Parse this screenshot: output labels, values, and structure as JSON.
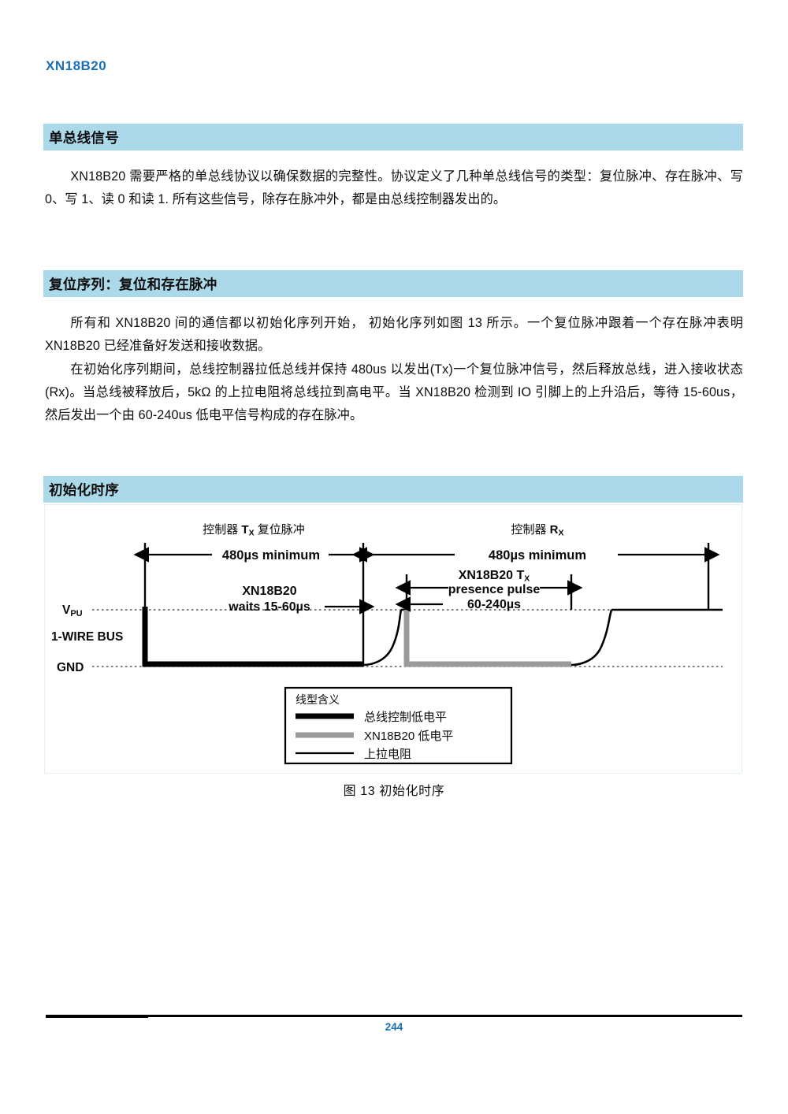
{
  "document": {
    "part_number": "XN18B20",
    "page_number": "244"
  },
  "sections": [
    {
      "heading": "单总线信号",
      "paragraphs": [
        "XN18B20 需要严格的单总线协议以确保数据的完整性。协议定义了几种单总线信号的类型：复位脉冲、存在脉冲、写 0、写 1、读 0 和读 1. 所有这些信号，除存在脉冲外，都是由总线控制器发出的。"
      ]
    },
    {
      "heading": "复位序列：复位和存在脉冲",
      "paragraphs": [
        "所有和 XN18B20 间的通信都以初始化序列开始， 初始化序列如图 13 所示。一个复位脉冲跟着一个存在脉冲表明 XN18B20 已经准备好发送和接收数据。",
        "在初始化序列期间，总线控制器拉低总线并保持 480us 以发出(Tx)一个复位脉冲信号，然后释放总线，进入接收状态(Rx)。当总线被释放后，5kΩ 的上拉电阻将总线拉到高电平。当 XN18B20 检测到 IO 引脚上的上升沿后，等待 15-60us，然后发出一个由 60-240us 低电平信号构成的存在脉冲。"
      ]
    },
    {
      "heading": "初始化时序",
      "paragraphs": []
    }
  ],
  "figure": {
    "caption": "图 13  初始化时序",
    "axis_labels": {
      "high": "V",
      "high_sub": "PU",
      "bus": "1-WIRE BUS",
      "low": "GND"
    },
    "annotations": {
      "master_tx_title": "控制器 T",
      "master_tx_sub": "X",
      "master_tx_rest": " 复位脉冲",
      "master_tx_duration": "480µs minimum",
      "slave_wait_line1": "XN18B20",
      "slave_wait_line2": "waits 15-60µs",
      "master_rx_title": "控制器 R",
      "master_rx_sub": "X",
      "master_rx_duration": "480µs minimum",
      "presence_line1": "XN18B20 T",
      "presence_line1_sub": "X",
      "presence_line2": "presence pulse",
      "presence_line3": "60-240µs"
    },
    "legend": {
      "title": "线型含义",
      "items": [
        {
          "label": "总线控制低电平",
          "color": "#000000",
          "thickness": 7
        },
        {
          "label": "XN18B20 低电平",
          "color": "#9a9a9a",
          "thickness": 7
        },
        {
          "label": "上拉电阻",
          "color": "#000000",
          "thickness": 2
        }
      ]
    },
    "colors": {
      "master_low": "#000000",
      "slave_low": "#9a9a9a",
      "pullup": "#000000",
      "reference_line": "#555555"
    }
  },
  "theme": {
    "band_background": "#abd9e9",
    "accent_blue": "#1a6fb5",
    "text": "#0f0f0f"
  }
}
